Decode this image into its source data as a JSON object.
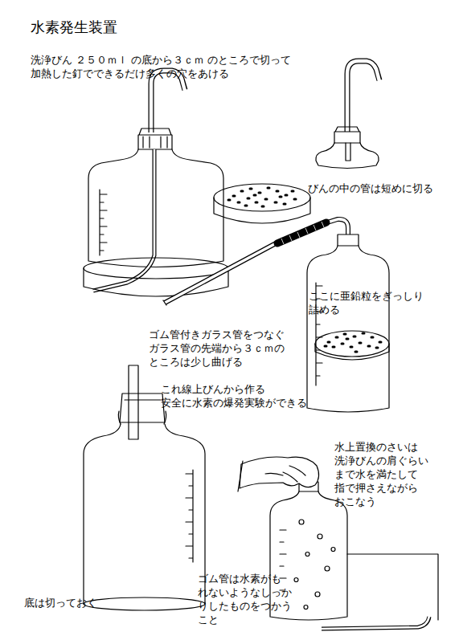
{
  "diagram": {
    "title": "水素発生装置",
    "labels": [
      "洗浄びん ２５０ｍｌ の底から３ｃｍ のところで切って 加熱した釘でできるだけ多くの穴をあける",
      "びんの中の管は短めに切る",
      "ここに亜鉛粒をぎっしり 詰める",
      "ゴム管付きガラス管をつなぐ ガラス管の先端から３ｃｍの ところは少し曲げる",
      "これ線上びんから作る 安全に水素の爆発実験ができる",
      "水上置換のさいは 洗浄びんの肩ぐらい まで水を満たして 指で押さえながら おこなう",
      "ゴム管は水素がも れないようなしっか りしたものをつかう こと",
      "底は切っておく"
    ]
  }
}
